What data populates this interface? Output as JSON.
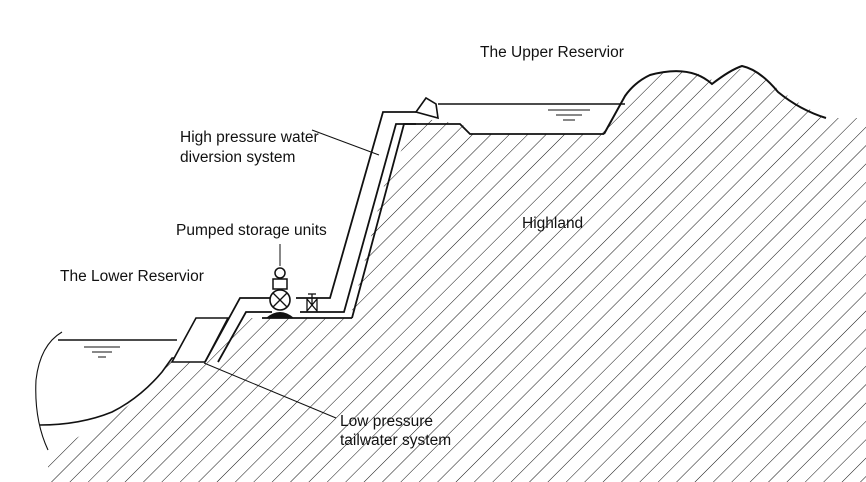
{
  "labels": {
    "upper_reservoir": "The Upper Reservior",
    "high_pressure_line1": "High pressure water",
    "high_pressure_line2": "diversion system",
    "pumped_storage": "Pumped storage units",
    "highland": "Highland",
    "lower_reservoir": "The Lower Reservior",
    "low_pressure_line1": "Low pressure",
    "low_pressure_line2": "tailwater system"
  },
  "colors": {
    "stroke": "#111111",
    "background": "#ffffff"
  }
}
